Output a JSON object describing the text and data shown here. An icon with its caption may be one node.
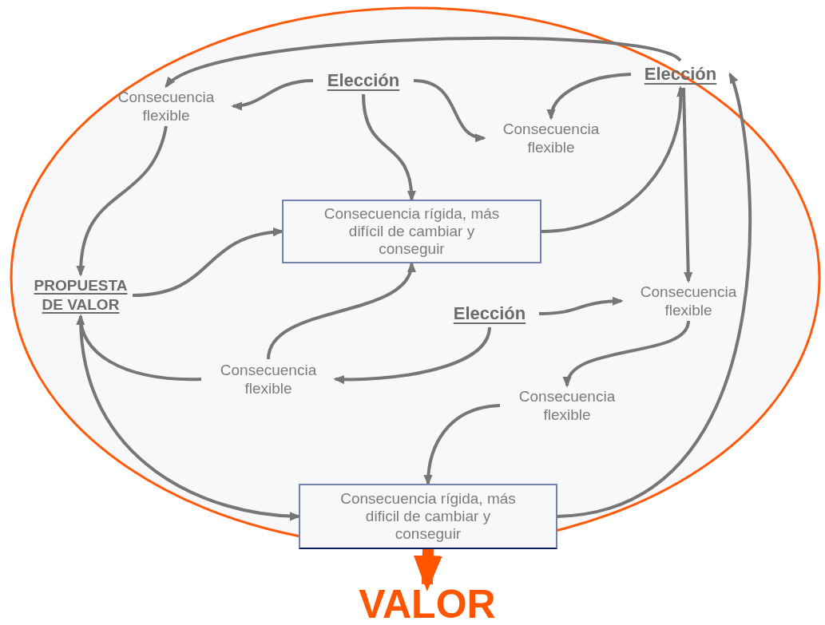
{
  "diagram": {
    "nodes": [
      {
        "text": [],
        "shape": "ellipse"
      },
      {
        "text": [
          "Elección"
        ],
        "in": 0
      },
      {
        "text": [
          "Elección"
        ]
      },
      {
        "text": [
          "Consecuencia flexible"
        ],
        "in": 0
      },
      {
        "text": [
          "Consecuencia flexible"
        ],
        "in": 0
      },
      {
        "text": [
          "Consecuencia rígida, más difícil de cambiar y conseguir"
        ],
        "in": 0
      },
      {
        "text": [
          "PROPUESTA DE VALOR"
        ],
        "in": 0
      },
      {
        "text": [
          "Elección"
        ],
        "in": 0
      },
      {
        "text": [
          "Consecuencia flexible"
        ],
        "in": 0
      },
      {
        "text": [
          "Consecuencia flexible"
        ],
        "in": 0
      },
      {
        "text": [
          "Consecuencia flexible"
        ],
        "in": 0
      },
      {
        "text": [
          "Consecuencia rígida, más dificil de cambiar y conseguir"
        ],
        "in": 0
      },
      {
        "text": [
          "VALOR"
        ]
      }
    ],
    "edges": [
      {
        "from": 1,
        "to": 3,
        "arrow": "to"
      },
      {
        "from": 1,
        "to": 4,
        "arrow": "to"
      },
      {
        "from": 1,
        "to": 5,
        "arrow": "to"
      },
      {
        "from": 2,
        "to": 4,
        "arrow": "to"
      },
      {
        "from": 2,
        "to": 3,
        "arrow": "to"
      },
      {
        "from": 5,
        "to": 2,
        "arrow": "to"
      },
      {
        "from": 2,
        "to": 8,
        "arrow": "to"
      },
      {
        "from": 3,
        "to": 6,
        "arrow": "to"
      },
      {
        "from": 6,
        "to": 5,
        "arrow": "to"
      },
      {
        "from": 9,
        "to": 5,
        "arrow": "to"
      },
      {
        "from": 7,
        "to": 8,
        "arrow": "to"
      },
      {
        "from": 7,
        "to": 9,
        "arrow": "to"
      },
      {
        "from": 9,
        "to": 6,
        "arrow": "to"
      },
      {
        "from": 6,
        "to": 11,
        "arrow": "to"
      },
      {
        "from": 8,
        "to": 10,
        "arrow": "to"
      },
      {
        "from": 10,
        "to": 11,
        "arrow": "to"
      },
      {
        "from": 11,
        "to": 2,
        "arrow": "to"
      },
      {
        "from": 11,
        "to": 12,
        "arrow": "to",
        "style": "thick",
        "color": "#ff5500"
      }
    ]
  }
}
